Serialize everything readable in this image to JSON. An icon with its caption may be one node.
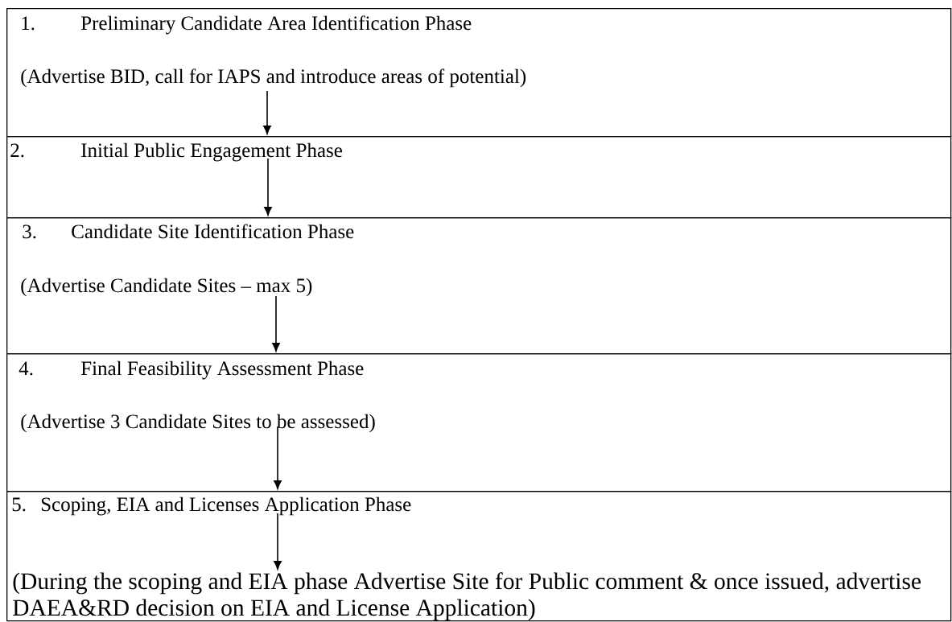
{
  "diagram": {
    "nodes": [
      {
        "text": [
          "1.",
          "Preliminary Candidate Area Identification Phase",
          "(Advertise BID, call for IAPS and introduce areas of potential)"
        ]
      },
      {
        "text": [
          "2.",
          "Initial Public Engagement Phase"
        ]
      },
      {
        "text": [
          "3.",
          "Candidate Site Identification Phase",
          "(Advertise Candidate Sites – max 5)"
        ]
      },
      {
        "text": [
          "4.",
          "Final Feasibility Assessment Phase",
          "(Advertise 3 Candidate Sites to be assessed)"
        ]
      },
      {
        "text": [
          "5.",
          "Scoping, EIA and Licenses Application Phase"
        ]
      },
      {
        "text": [
          "(During the scoping and EIA phase Advertise Site for Public comment & once issued, advertise DAEA&RD decision on EIA and License Application)"
        ],
        "in": 4
      }
    ],
    "edges": [
      {
        "from": 0,
        "to": 1,
        "arrow": "to"
      },
      {
        "from": 1,
        "to": 2,
        "arrow": "to"
      },
      {
        "from": 2,
        "to": 3,
        "arrow": "to"
      },
      {
        "from": 3,
        "to": 4,
        "arrow": "to"
      },
      {
        "from": 4,
        "to": 5,
        "arrow": "to"
      }
    ]
  }
}
